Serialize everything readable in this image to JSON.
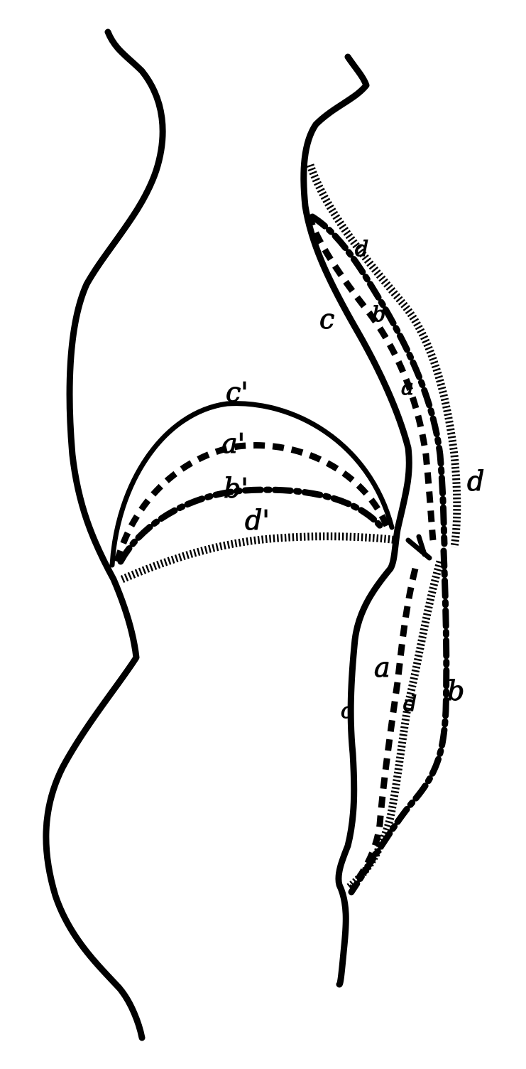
{
  "figure": {
    "ink_color": "#000000",
    "background_color": "#ffffff"
  },
  "labels": {
    "c_prime": "c'",
    "a_prime": "a'",
    "b_prime": "b'",
    "d_prime": "d'",
    "c_upper": "c",
    "b_upper": "b",
    "a_upper": "a",
    "d_upper": "d",
    "d_right": "d",
    "c_lower": "c",
    "a_lower": "a",
    "d_lower": "d",
    "b_lower": "b"
  },
  "legend": {
    "solid": "c / c'",
    "dashed": "a / a'",
    "dash_dot": "b / b'",
    "dotted": "d / d'"
  }
}
